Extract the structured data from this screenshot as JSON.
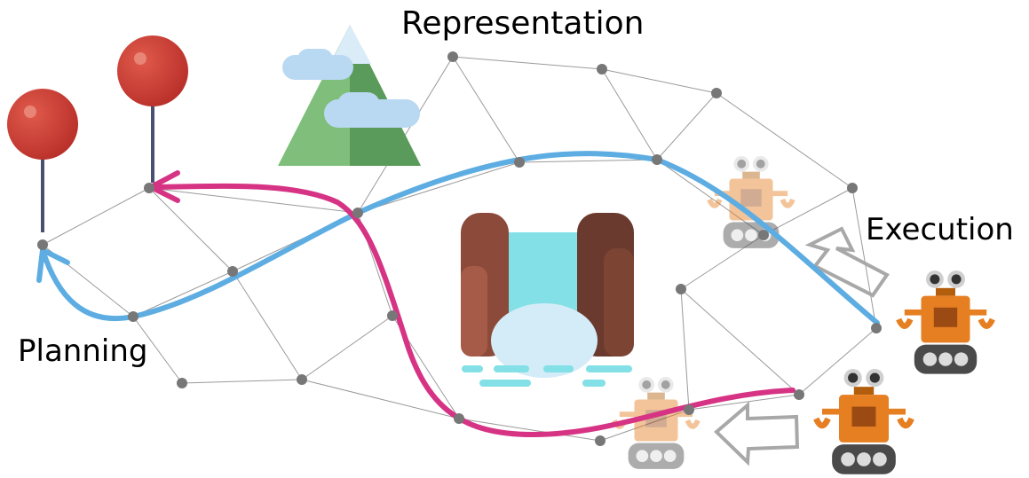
{
  "labels": {
    "representation": "Representation",
    "execution": "Execution",
    "planning": "Planning"
  },
  "colors": {
    "blue_path": "#5dade2",
    "magenta_path": "#d63384",
    "graph_node": "#777777",
    "graph_edge": "#999999",
    "pin_head": "#c0392b",
    "robot_body": "#e67e22"
  },
  "icons": [
    "map-pin-icon",
    "map-pin-icon",
    "mountain-icon",
    "waterfall-icon",
    "robot-icon",
    "robot-icon",
    "robot-icon",
    "robot-icon",
    "arrow-icon",
    "arrow-icon"
  ]
}
